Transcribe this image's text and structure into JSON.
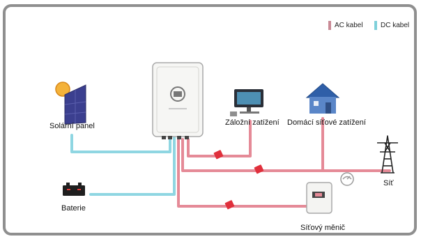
{
  "legend": {
    "ac": {
      "label": "AC kabel",
      "color": "#c98a96"
    },
    "dc": {
      "label": "DC kabel",
      "color": "#7fd0da"
    }
  },
  "components": {
    "solar_panel": "Solární panel",
    "battery": "Baterie",
    "backup_load": "Záložní zatížení",
    "home_load": "Domácí síťové zatížení",
    "grid": "Síť",
    "grid_inverter": "Síťový měnič"
  },
  "colors": {
    "ac_cable": "#e58a97",
    "dc_cable": "#8fd6e2",
    "breaker": "#e0303c",
    "frame": "#8f8f8f"
  }
}
